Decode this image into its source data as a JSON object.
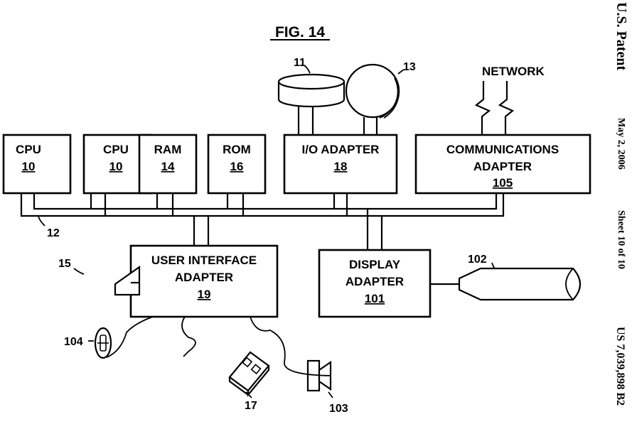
{
  "header": {
    "patent": "U.S. Patent",
    "date": "May 2, 2006",
    "sheet": "Sheet 10 of 10",
    "number": "US 7,039,898 B2"
  },
  "figure": {
    "title": "FIG. 14",
    "network_label": "NETWORK",
    "bus_ref": "12",
    "blocks": {
      "cpu1": {
        "label": "CPU",
        "ref": "10"
      },
      "cpu2": {
        "label": "CPU",
        "ref": "10"
      },
      "ram": {
        "label": "RAM",
        "ref": "14"
      },
      "rom": {
        "label": "ROM",
        "ref": "16"
      },
      "io": {
        "label": "I/O ADAPTER",
        "ref": "18"
      },
      "comm": {
        "label1": "COMMUNICATIONS",
        "label2": "ADAPTER",
        "ref": "105"
      },
      "ui": {
        "label1": "USER INTERFACE",
        "label2": "ADAPTER",
        "ref": "19"
      },
      "display": {
        "label1": "DISPLAY",
        "label2": "ADAPTER",
        "ref": "101"
      }
    },
    "peripherals": {
      "disk": "11",
      "tape": "13",
      "keyboard": "15",
      "mouse": "104",
      "trackball": "17",
      "speaker": "103",
      "monitor": "102"
    }
  }
}
